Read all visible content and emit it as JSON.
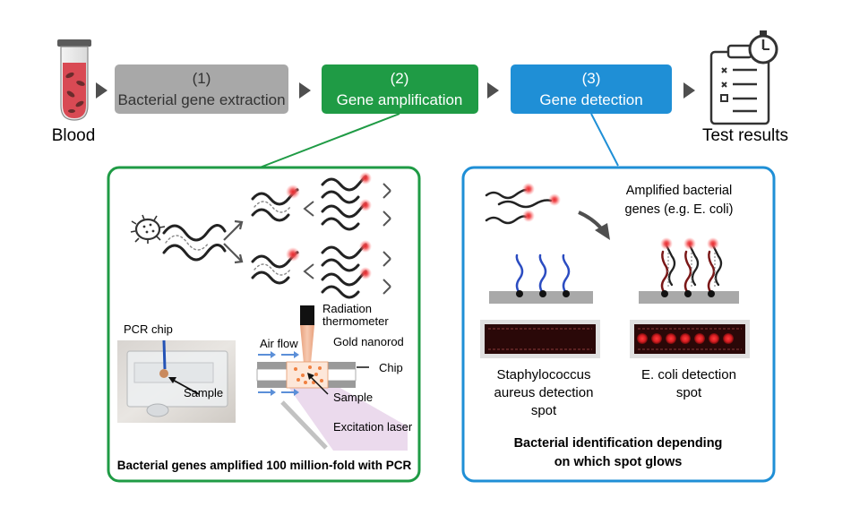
{
  "colors": {
    "step1": "#a8a8a8",
    "step2": "#1f9b45",
    "step3": "#1f8fd6",
    "glow": "#e8262a",
    "laser": "#e7d3ea",
    "arrow": "#4f4f4f"
  },
  "flow": {
    "start_label": "Blood",
    "end_label": "Test results",
    "steps": [
      {
        "number": "(1)",
        "label": "Bacterial gene extraction"
      },
      {
        "number": "(2)",
        "label": "Gene amplification"
      },
      {
        "number": "(3)",
        "label": "Gene detection"
      }
    ]
  },
  "amplification": {
    "chip_photo_label": "PCR chip",
    "sample_label": "Sample",
    "thermometer_label_line1": "Radiation",
    "thermometer_label_line2": "thermometer",
    "air_flow_label": "Air flow",
    "gold_nanorod_label": "Gold nanorod",
    "chip_label": "Chip",
    "sample_label_2": "Sample",
    "laser_label": "Excitation laser",
    "caption": "Bacterial genes amplified 100 million-fold with PCR"
  },
  "detection": {
    "genes_label_line1": "Amplified bacterial",
    "genes_label_line2": "genes (e.g. E. coli)",
    "spot1_line1": "Staphylococcus",
    "spot1_line2": "aureus detection",
    "spot1_line3": "spot",
    "spot2_line1": "E. coli detection",
    "spot2_line2": "spot",
    "caption_line1": "Bacterial identification depending",
    "caption_line2": "on which spot glows"
  }
}
